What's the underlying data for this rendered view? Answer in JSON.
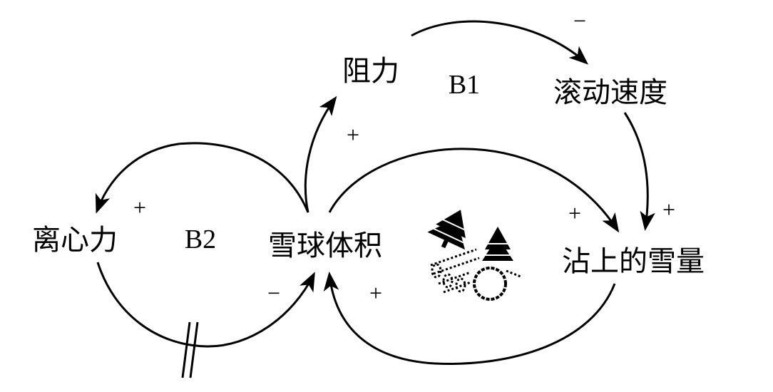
{
  "diagram": {
    "nodes": {
      "resistance": "阻力",
      "rolling_speed": "滚动速度",
      "snowball_volume": "雪球体积",
      "centrifugal_force": "离心力",
      "snow_stuck": "沾上的雪量"
    },
    "loops": {
      "b1": "B1",
      "b2": "B2"
    },
    "polarities": {
      "volume_to_resistance": "+",
      "resistance_to_speed": "−",
      "speed_to_snow": "+",
      "volume_to_snow": "+",
      "snow_to_volume": "+",
      "volume_to_centrifugal": "+",
      "centrifugal_to_volume": "−"
    },
    "delay_mark": "||",
    "illustration": "snowball-rolling-icon"
  }
}
